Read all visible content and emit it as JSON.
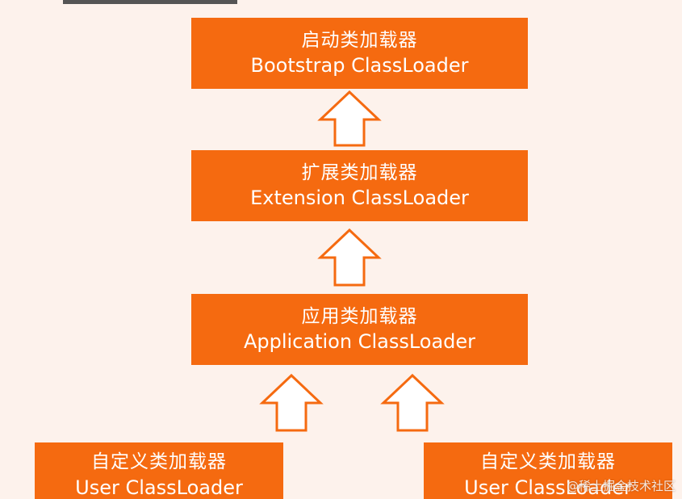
{
  "nodes": {
    "bootstrap": {
      "zh": "启动类加载器",
      "en": "Bootstrap ClassLoader"
    },
    "extension": {
      "zh": "扩展类加载器",
      "en": "Extension ClassLoader"
    },
    "application": {
      "zh": "应用类加载器",
      "en": "Application ClassLoader"
    },
    "user_left": {
      "zh": "自定义类加载器",
      "en": "User ClassLoader"
    },
    "user_right": {
      "zh": "自定义类加载器",
      "en": "User ClassLoader"
    }
  },
  "watermark": "@稀土掘金技术社区",
  "colors": {
    "node_fill": "#f56a10",
    "arrow_stroke": "#f56a10",
    "arrow_fill": "#ffffff",
    "background": "#fdf2ec"
  },
  "edges": [
    {
      "from": "extension",
      "to": "bootstrap"
    },
    {
      "from": "application",
      "to": "extension"
    },
    {
      "from": "user_left",
      "to": "application"
    },
    {
      "from": "user_right",
      "to": "application"
    }
  ]
}
